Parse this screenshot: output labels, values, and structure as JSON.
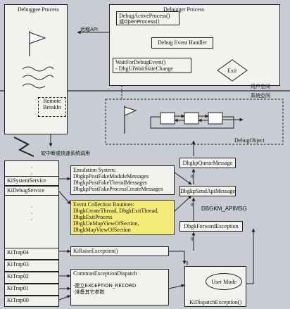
{
  "debuggee": {
    "title": "Debuggee Process",
    "remote_breakin": [
      "Remote",
      "BreakIn"
    ],
    "remote_api_label": "远程API"
  },
  "debugger": {
    "title": "Debugger Process",
    "debug_active": [
      "DebugActiveProcess()",
      "或OpenProcess()"
    ],
    "event_handler": "Debug Event Handler",
    "wait_for": [
      "WaitForDebugEvent()",
      "- DbgUiWaitStateChange"
    ],
    "exit": "Exit"
  },
  "boundary": {
    "user_space": "用户空间",
    "system_space": "系统空间"
  },
  "debug_object": "DebugObject",
  "soft_interrupt_label": "软中断或快速系统调用",
  "service_table": {
    "rows": [
      "KiSystemService",
      "KiDebugService"
    ],
    "traps": [
      "KiTrap04",
      "KiTrap03",
      "KiTrap02",
      "KiTrap01",
      "KiTrap00"
    ]
  },
  "emulation": {
    "title": "Emulation System:",
    "items": [
      "DbgkpPostFakeModuleMessages",
      "DbgkpPostFakeThreadMessages",
      "DbgkpPostFakeProcessCreateMessages"
    ]
  },
  "event_collection": {
    "title": "Event Collection Routines:",
    "items": [
      "DbgkCreateThread, DbgkExitThread,",
      "DbgkExitProcess",
      "DbgkUnMapViewOfSection,",
      "DbgkMapViewOfSection"
    ]
  },
  "kernel": {
    "queue_message": "DbgkpQueueMessage",
    "send_api": "DbgkpSendApiMessage",
    "dbgkm_apimsg": "DBGKM_APIMSG",
    "forward_exception": "DbgkForwardException",
    "raise_exception": "KiRaiseException()",
    "common_dispatch": "CommonExceptionDispatch",
    "common_notes": [
      "-建立EXCEPTION_RECORD",
      "-准备其它参数"
    ],
    "user_mode": "User Mode",
    "dispatch_exception": "KiDispatchException()",
    "zero_marks": [
      "0",
      "0",
      "0",
      "0"
    ]
  },
  "colors": {
    "background": "#c9ccd3",
    "box": "#f2f2ef",
    "highlight": "#f4ec7a",
    "line": "#222222"
  }
}
